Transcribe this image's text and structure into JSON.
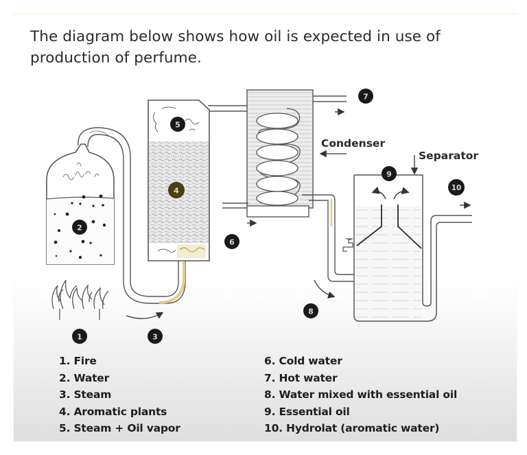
{
  "title": "The diagram below shows how oil is expected in use of production of perfume.",
  "labels": {
    "condenser": "Condenser",
    "separator": "Separator"
  },
  "badges": [
    "1",
    "2",
    "3",
    "4",
    "5",
    "6",
    "7",
    "8",
    "9",
    "10"
  ],
  "legend": {
    "left": [
      "1. Fire",
      "2. Water",
      "3. Steam",
      "4. Aromatic plants",
      "5. Steam + Oil vapor"
    ],
    "right": [
      "6. Cold water",
      "7. Hot water",
      "8. Water mixed with essential oil",
      "9. Essential oil",
      "10. Hydrolat (aromatic water)"
    ]
  },
  "colors": {
    "badge": "#1a1a1a",
    "badge_highlight": "#4a3f12",
    "line": "#4a4a4a",
    "steam_highlight": "#e6d49a"
  }
}
